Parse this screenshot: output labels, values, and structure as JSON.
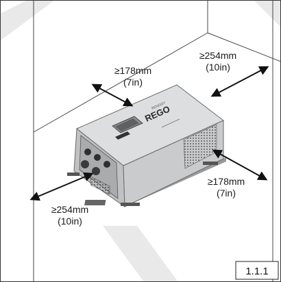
{
  "figure": {
    "number": "1.1.1"
  },
  "clearances": {
    "top_back": {
      "value": "≥178mm",
      "imperial": "(7in)"
    },
    "top_right": {
      "value": "≥254mm",
      "imperial": "(10in)"
    },
    "right_side": {
      "value": "≥178mm",
      "imperial": "(7in)"
    },
    "front": {
      "value": "≥254mm",
      "imperial": "(10in)"
    }
  },
  "device": {
    "brand_small": "RENOGY",
    "brand": "REGO"
  },
  "colors": {
    "wall_line": "#444444",
    "watermark": "#dcdcdc",
    "device_body": "#cfd1d3",
    "device_dark": "#333333",
    "arrow": "#111111"
  }
}
